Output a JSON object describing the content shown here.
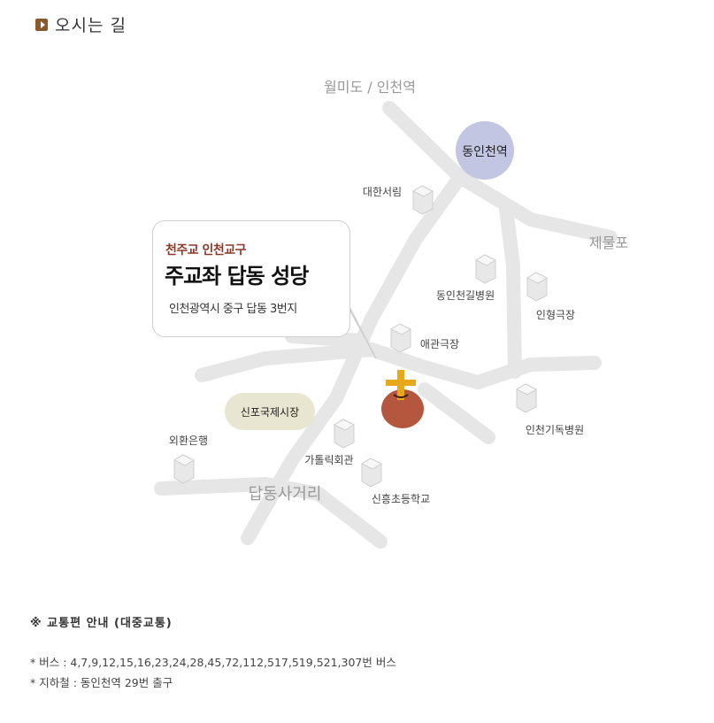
{
  "header": {
    "title": "오시는 길"
  },
  "map": {
    "labels": {
      "wolmido": "월미도 / 인천역",
      "dongincheon_station": "동인천역",
      "daehanseorim": "대한서림",
      "jemulpo": "제물포",
      "dongincheon_hospital": "동인천길병원",
      "inhyeong_theater": "인형극장",
      "aegwan_theater": "애관극장",
      "sinpo_market": "신포국제시장",
      "incheon_christian_hospital": "인천기독병원",
      "korea_exchange_bank": "외환은행",
      "catholic_hall": "가톨릭회관",
      "dapdong_intersection": "답동사거리",
      "sinheung_school": "신흥초등학교"
    },
    "callout": {
      "subtitle": "천주교 인천교구",
      "title": "주교좌 답동 성당",
      "address": "인천광역시 중구 답동 3번지"
    },
    "colors": {
      "road": "#e6e6e6",
      "station": "#c3c6e2",
      "market": "#e8e6d0",
      "church": "#b5563f",
      "cross": "#e8a81c"
    }
  },
  "transport": {
    "title": "※ 교통편 안내 (대중교통)",
    "bus": "* 버스 : 4,7,9,12,15,16,23,24,28,45,72,112,517,519,521,307번 버스",
    "subway": "* 지하철 : 동인천역 29번 출구"
  }
}
